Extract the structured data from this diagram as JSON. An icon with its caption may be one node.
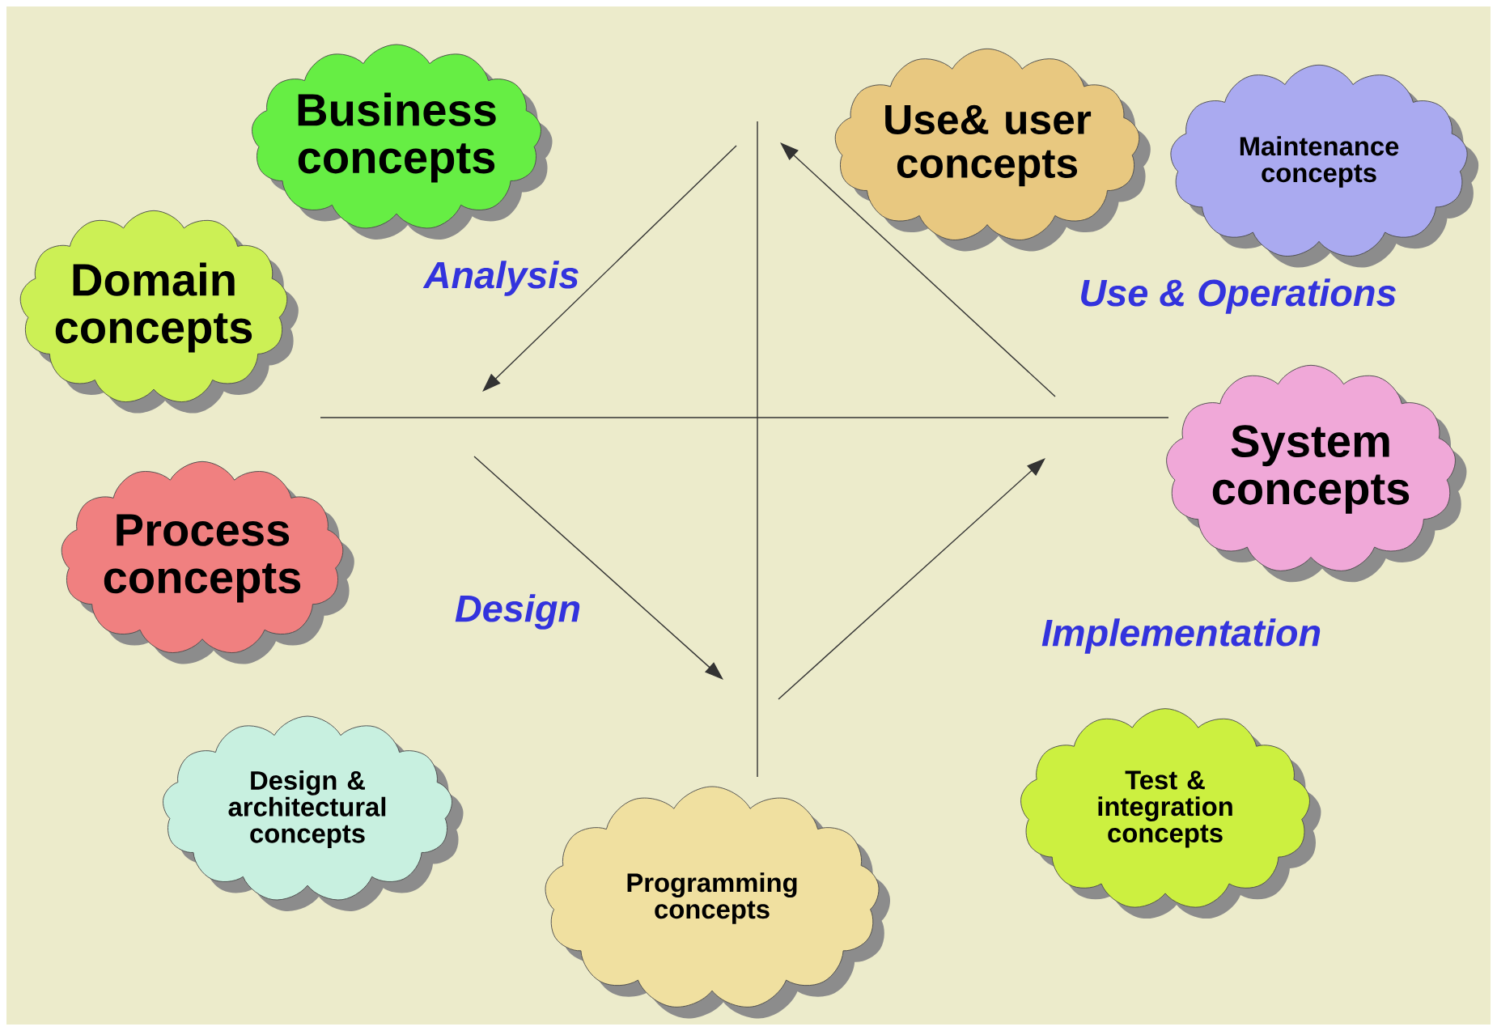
{
  "diagram": {
    "nodes": [
      {
        "text": [
          "Business concepts"
        ]
      },
      {
        "text": [
          "Domain concepts"
        ]
      },
      {
        "text": [
          "Process concepts"
        ]
      },
      {
        "text": [
          "Design & architectural concepts"
        ]
      },
      {
        "text": [
          "Programming concepts"
        ]
      },
      {
        "text": [
          "Use& user concepts"
        ]
      },
      {
        "text": [
          "Maintenance concepts"
        ]
      },
      {
        "text": [
          "System concepts"
        ]
      },
      {
        "text": [
          "Test & integration concepts"
        ]
      }
    ],
    "labels": [
      "Analysis",
      "Use & Operations",
      "Design",
      "Implementation"
    ]
  }
}
